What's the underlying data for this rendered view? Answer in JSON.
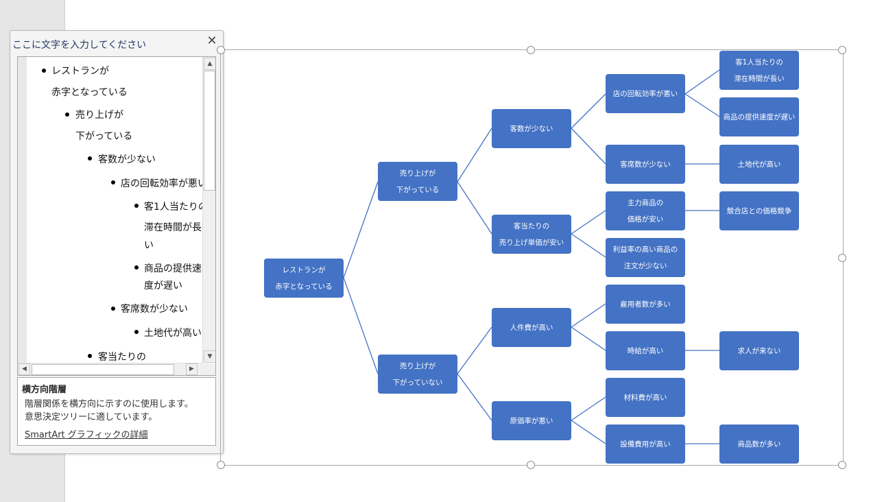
{
  "text_pane": {
    "title": "ここに文字を入力してください",
    "items": [
      "レストランが",
      "赤字となっている",
      "売り上げが",
      "下がっている",
      "客数が少ない",
      "店の回転効率が悪い",
      "客1人当たりの",
      "滞在時間が長",
      "い",
      "商品の提供速",
      "度が遅い",
      "客席数が少ない",
      "土地代が高い",
      "客当たりの"
    ],
    "info": {
      "title": "横方向階層",
      "desc_line1": "階層関係を横方向に示すのに使用します。",
      "desc_line2": "意思決定ツリーに適しています。",
      "link": "SmartArt グラフィックの詳細"
    }
  },
  "diagram": {
    "root": [
      "レストランが",
      "赤字となっている"
    ],
    "l1_top": [
      "売り上げが",
      "下がっている"
    ],
    "l1_bottom": [
      "売り上げが",
      "下がっていない"
    ],
    "l2_customers": "客数が少ない",
    "l2_unit_price": [
      "客当たりの",
      "売り上げ単価が安い"
    ],
    "l2_labor": "人件費が高い",
    "l2_cost": "原価率が悪い",
    "l3_turnover": "店の回転効率が悪い",
    "l3_seats": "客席数が少ない",
    "l3_main_product": [
      "主力商品の",
      "価格が安い"
    ],
    "l3_high_margin": [
      "利益率の高い商品の",
      "注文が少ない"
    ],
    "l3_staff": "雇用者数が多い",
    "l3_wage": "時給が高い",
    "l3_material": "材料費が高い",
    "l3_equipment": "設備費用が高い",
    "l4_stay": [
      "客1人当たりの",
      "滞在時間が長い"
    ],
    "l4_speed": "商品の提供速度が遅い",
    "l4_land": "土地代が高い",
    "l4_competitor": "競合店との価格競争",
    "l4_recruit": "求人が来ない",
    "l4_items": "商品数が多い"
  },
  "colors": {
    "node_fill": "#4472c4",
    "node_text": "#ffffff",
    "pane_title": "#1f3864"
  },
  "icons": {
    "close": "close-icon",
    "scroll_up": "chevron-up-icon",
    "scroll_down": "chevron-down-icon",
    "scroll_left": "chevron-left-icon",
    "scroll_right": "chevron-right-icon"
  }
}
